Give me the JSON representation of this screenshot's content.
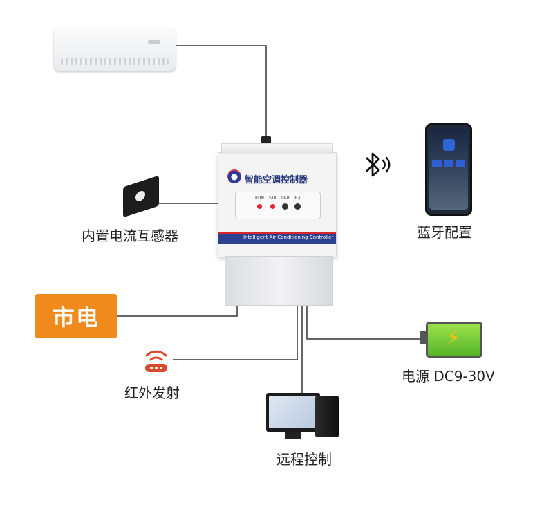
{
  "controller": {
    "title": "智能空调控制器",
    "leds": [
      "RUN",
      "STA",
      "IR-R",
      "IR-L"
    ],
    "subtitle": "Intelligent Air Conditioning Controller"
  },
  "labels": {
    "current_sensor": "内置电流互感器",
    "mains": "市电",
    "ir_emit": "红外发射",
    "bluetooth": "蓝牙配置",
    "power": "电源 DC9-30V",
    "remote": "远程控制"
  },
  "icons": {
    "bluetooth": "bluetooth-icon",
    "battery": "battery-icon",
    "ir": "ir-emitter-icon"
  },
  "colors": {
    "mains_badge": "#f08a1c",
    "controller_stripe": "#2d3f8f",
    "accent_red": "#d8262b"
  }
}
